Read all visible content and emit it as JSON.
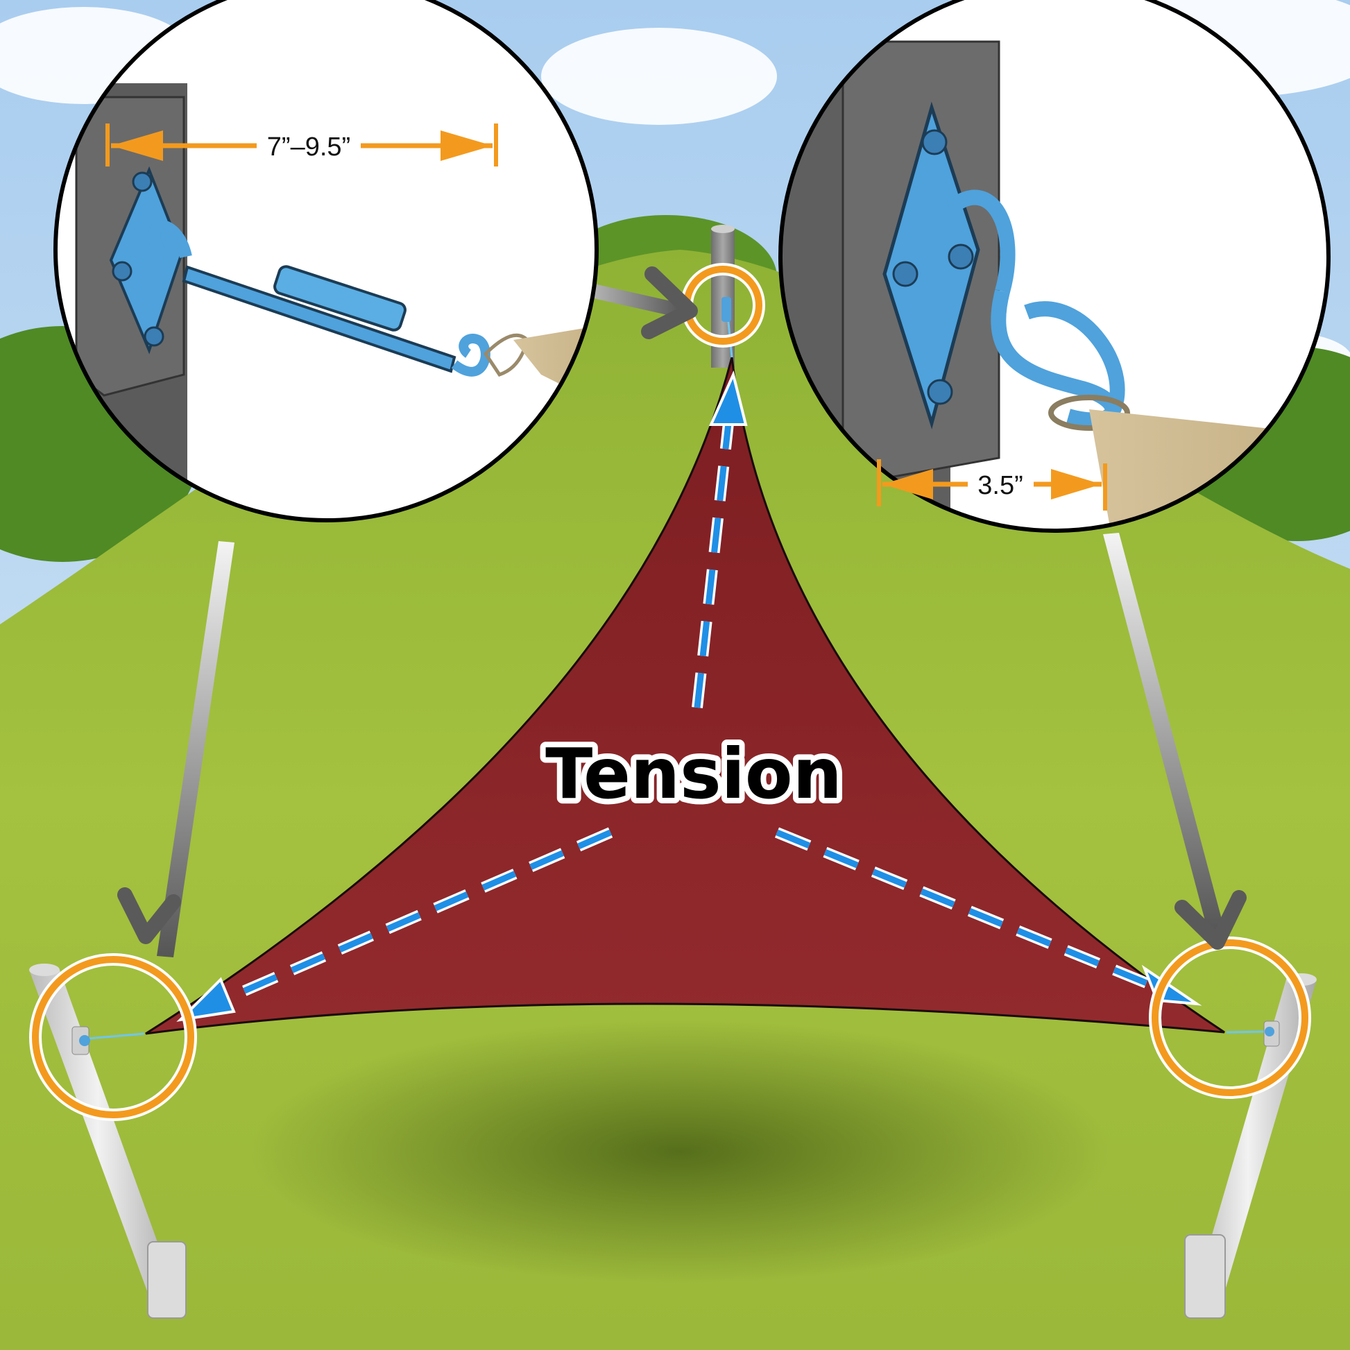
{
  "diagram": {
    "center_label": "Tension",
    "left_detail": {
      "dimension_label": "7”–9.5”"
    },
    "right_detail": {
      "dimension_label": "3.5”"
    }
  },
  "colors": {
    "sail": "#8c2428",
    "hardware": "#4fa2dc",
    "tension_arrow": "#1f8fe6",
    "highlight_ring": "#f39a1e",
    "dimension": "#f39a1e",
    "pointer_arrow": "#6a6a6a",
    "grass": "#97b63c",
    "sky": "#b8d6ef"
  },
  "icons": [
    "pad-eye-icon",
    "turnbuckle-icon",
    "snap-hook-icon",
    "pole-icon"
  ]
}
